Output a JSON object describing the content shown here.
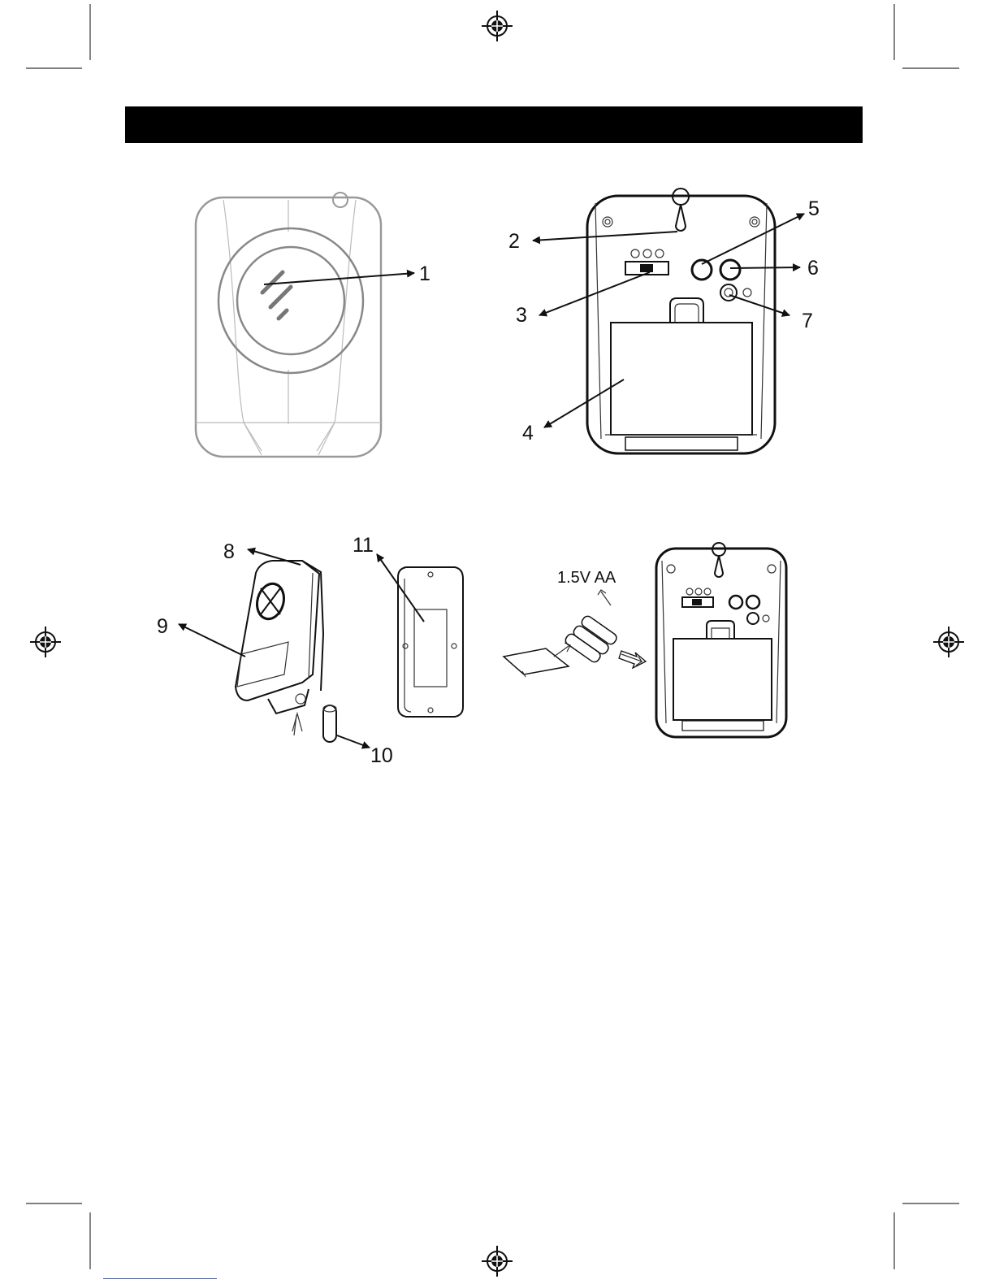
{
  "header": {
    "title": ""
  },
  "figures": {
    "front_unit": {
      "callouts": {
        "c1": "1"
      }
    },
    "back_unit": {
      "callouts": {
        "c2": "2",
        "c3": "3",
        "c4": "4",
        "c5": "5",
        "c6": "6",
        "c7": "7"
      }
    },
    "transmitter": {
      "callouts": {
        "c8": "8",
        "c9": "9",
        "c10": "10",
        "c11": "11"
      }
    },
    "battery_install": {
      "battery_label": "1.5V AA"
    }
  },
  "icons": [
    "registration-mark-icon",
    "crop-mark-icon",
    "arrow-icon"
  ]
}
